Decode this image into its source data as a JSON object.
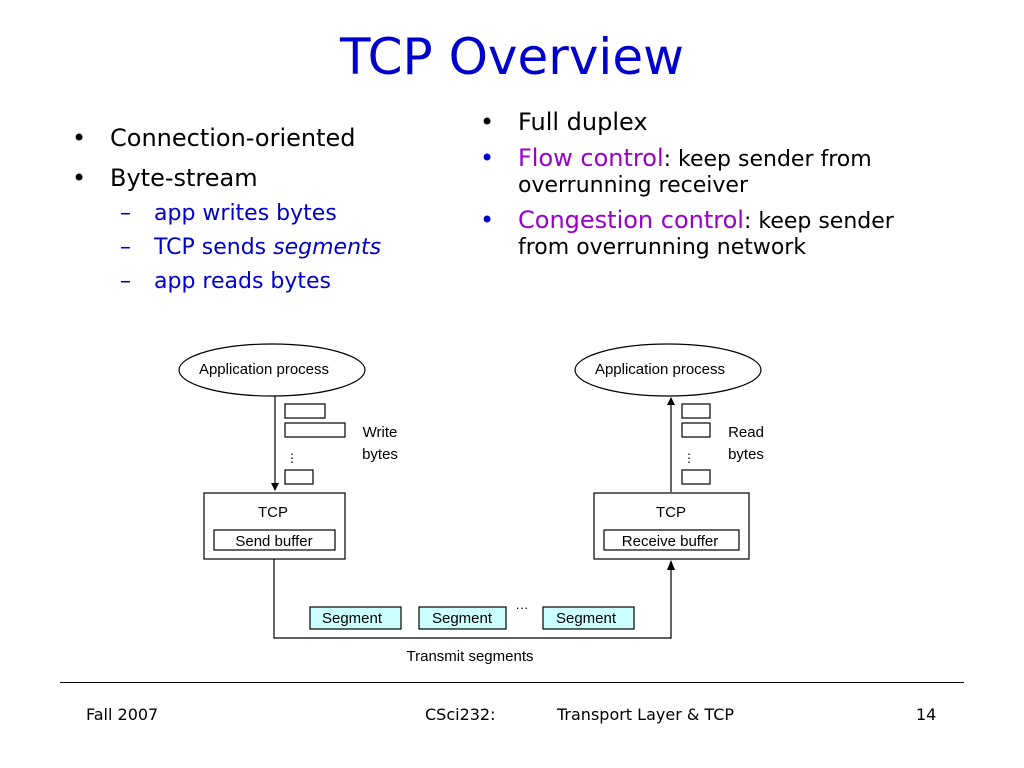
{
  "title": "TCP Overview",
  "left_bullets": {
    "items": [
      "Connection-oriented",
      "Byte-stream"
    ],
    "sub_items": [
      "app writes bytes",
      "TCP sends ",
      "segments",
      "app reads bytes"
    ]
  },
  "right_bullets": {
    "item1": "Full duplex",
    "item2_term": "Flow control",
    "item2_rest_a": ": keep sender from",
    "item2_rest_b": "overrunning receiver",
    "item3_term": "Congestion control",
    "item3_rest_a": ": keep sender",
    "item3_rest_b": "from overrunning network"
  },
  "diagram": {
    "left_process": "Application process",
    "right_process": "Application process",
    "write_label_1": "Write",
    "write_label_2": "bytes",
    "read_label_1": "Read",
    "read_label_2": "bytes",
    "tcp_left": "TCP",
    "tcp_right": "TCP",
    "send_buffer": "Send buffer",
    "receive_buffer": "Receive buffer",
    "segments": [
      "Segment",
      "Segment",
      "Segment"
    ],
    "ellipsis": "···",
    "transmit_label": "Transmit segments",
    "colors": {
      "segment_fill": "#ccffff"
    }
  },
  "footer": {
    "left": "Fall 2007",
    "course": "CSci232:",
    "topic": "Transport Layer &  TCP",
    "page": "14"
  }
}
